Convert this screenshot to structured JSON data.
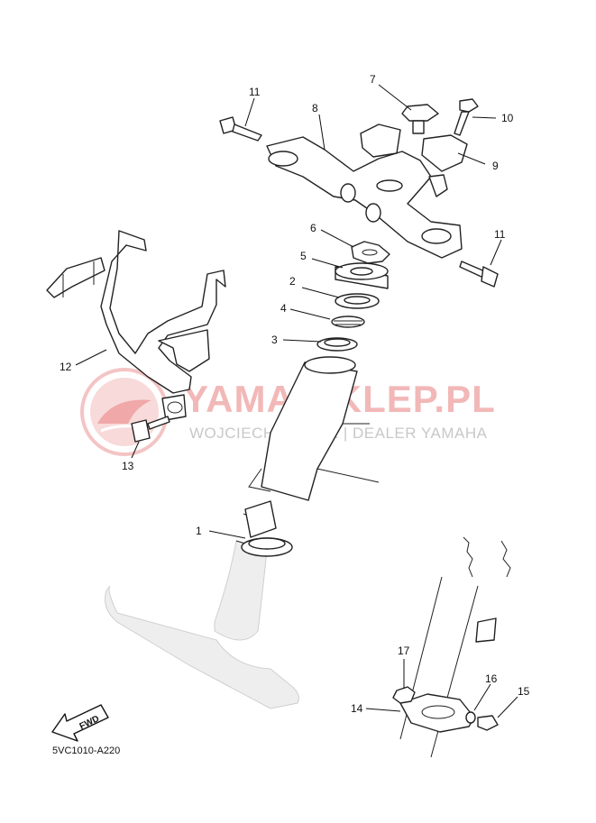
{
  "diagram": {
    "code": "5VC1010-A220",
    "fwd_label": "FWD",
    "watermark": {
      "title": "YAMA-SKLEP.PL",
      "subtitle": "WOJCIECHOWIECZ | DEALER YAMAHA"
    },
    "callouts": [
      "1",
      "2",
      "3",
      "4",
      "5",
      "6",
      "7",
      "8",
      "9",
      "10",
      "11",
      "11",
      "12",
      "13",
      "14",
      "15",
      "16",
      "17"
    ]
  }
}
